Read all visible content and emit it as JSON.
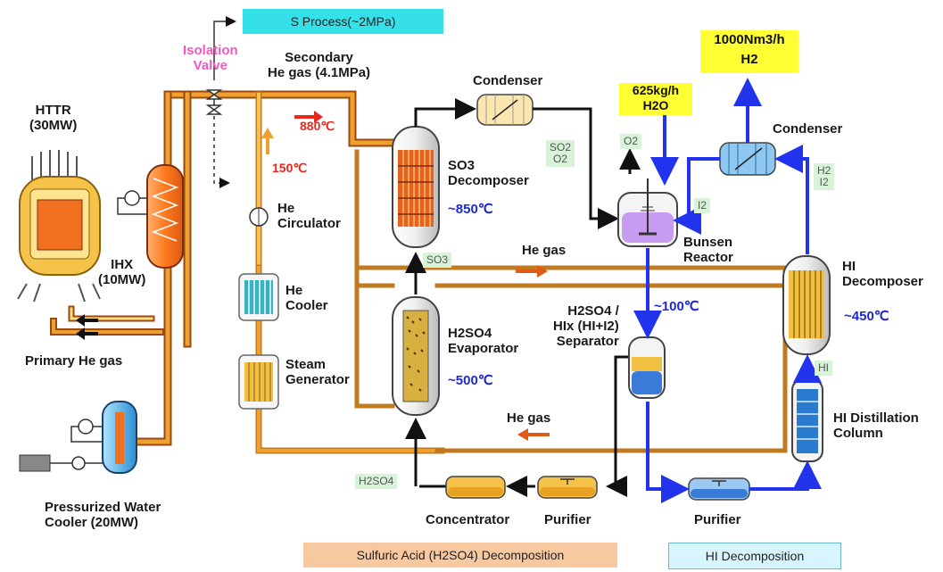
{
  "banners": {
    "s_process": "S Process(~2MPa)",
    "sulfuric": "Sulfuric Acid (H2SO4) Decomposition",
    "hi_decomp": "HI Decomposition"
  },
  "reactor": {
    "name": "HTTR\n(30MW)",
    "ihx": "IHX\n(10MW)",
    "primary_gas": "Primary He gas",
    "pw_cooler": "Pressurized Water\nCooler (20MW)"
  },
  "secondary": {
    "isolation_valve": "Isolation\nValve",
    "secondary_gas": "Secondary\nHe gas (4.1MPa)",
    "temp_hot": "880℃",
    "temp_cold": "150℃",
    "he_circulator": "He\nCirculator",
    "he_cooler": "He\nCooler",
    "steam_generator": "Steam\nGenerator"
  },
  "so3": {
    "condenser": "Condenser",
    "decomposer": "SO3\nDecomposer",
    "temp": "~850℃",
    "so3_tag": "SO3",
    "so2o2_tag": "SO2\nO2"
  },
  "h2so4": {
    "evaporator": "H2SO4\nEvaporator",
    "temp": "~500℃",
    "tag": "H2SO4",
    "concentrator": "Concentrator",
    "purifier": "Purifier"
  },
  "he_gas_labels": [
    "He gas",
    "He gas"
  ],
  "bunsen": {
    "water_box": "625kg/h\nH2O",
    "o2": "O2",
    "i2_tag": "I2",
    "reactor": "Bunsen\nReactor",
    "temp": "~100℃",
    "separator": "H2SO4 /\nHIx (HI+I2)\nSeparator"
  },
  "hi": {
    "h2_box": "1000Nm3/h\nH2",
    "condenser": "Condenser",
    "h2i2_tag": "H2\nI2",
    "decomposer": "HI\nDecomposer",
    "temp": "~450℃",
    "hi_tag": "HI",
    "distillation": "HI Distillation\nColumn",
    "purifier": "Purifier"
  },
  "colors": {
    "he_pipe": "#e07a1c",
    "process_blue": "#2233ee",
    "process_black": "#111111",
    "tag_green": "#d8f3d8",
    "yellow_box": "#ffff33"
  }
}
